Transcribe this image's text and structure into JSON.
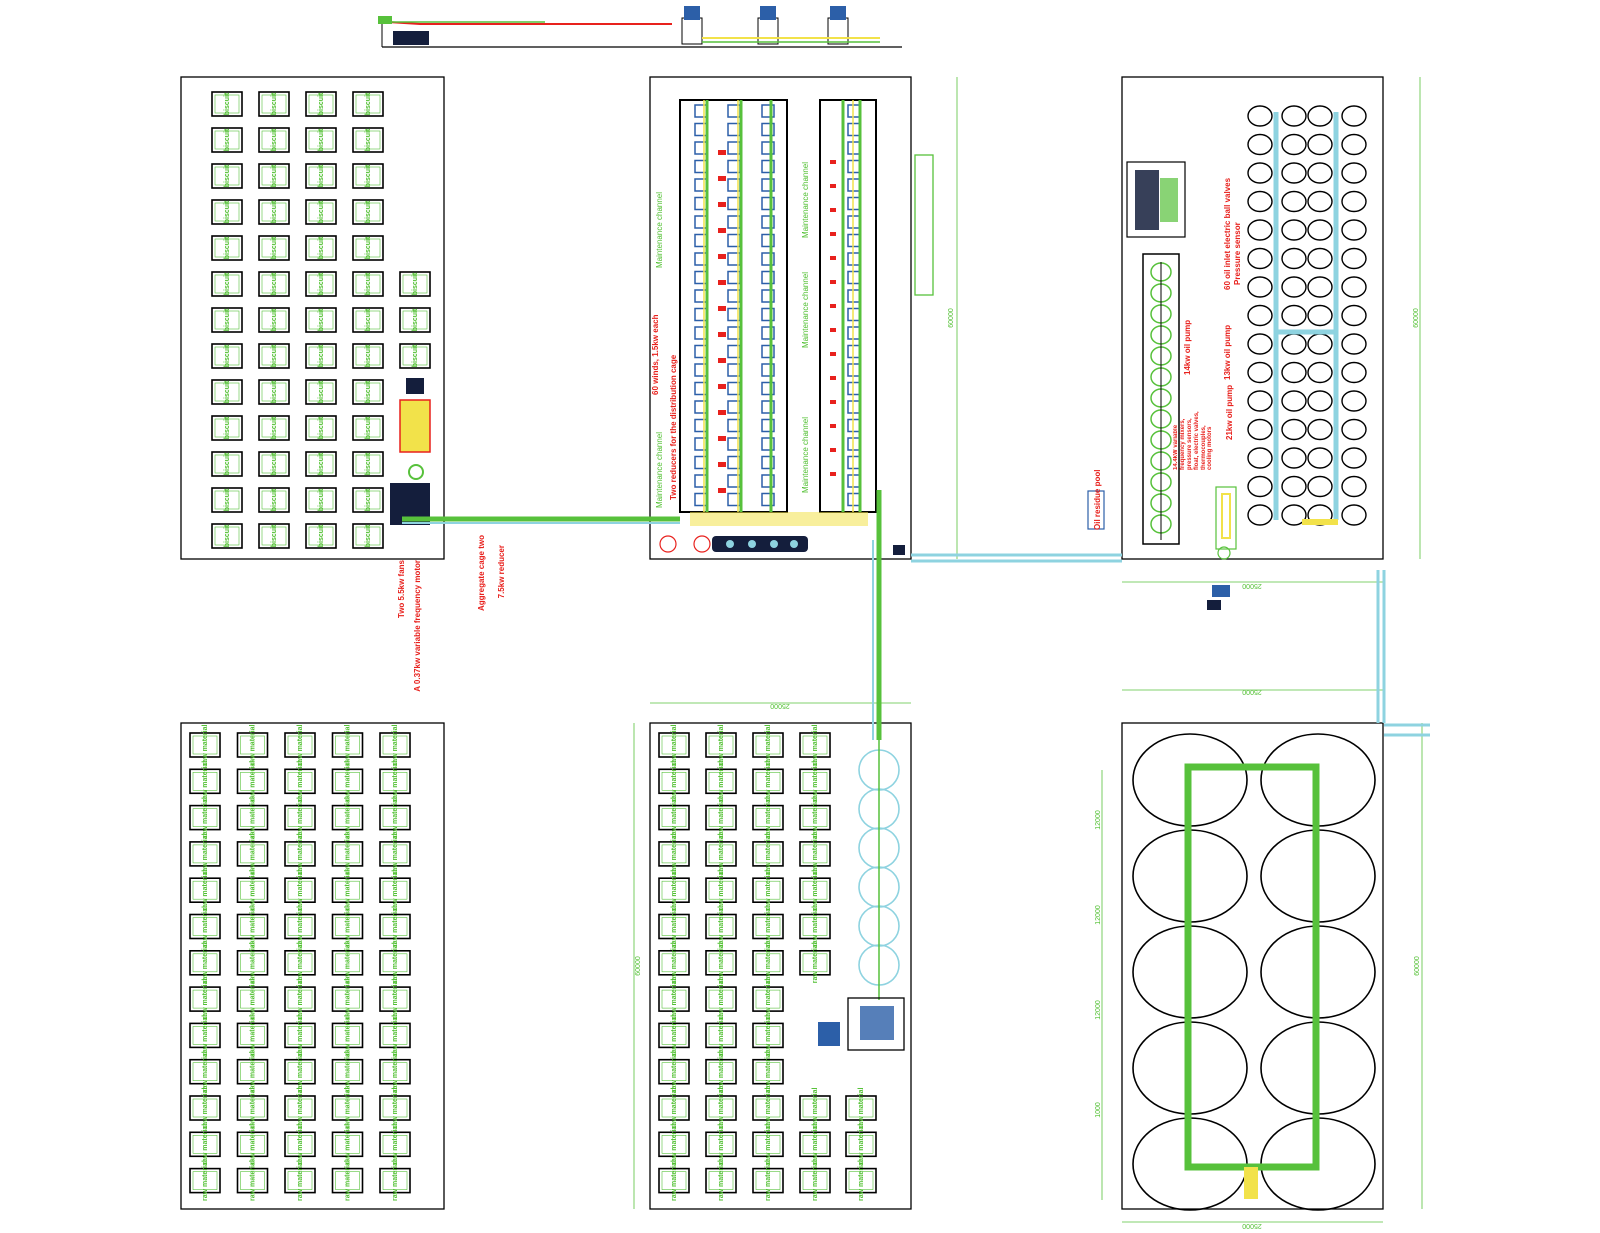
{
  "colors": {
    "outline": "#000000",
    "green": "#57c13b",
    "red": "#e8211d",
    "cyan": "#8ed3e0",
    "yellow": "#f2e24a",
    "blue": "#2c5fa8",
    "dark": "#141e3c"
  },
  "icons": {
    "cell": "rect-with-label",
    "tank": "ellipse",
    "fan": "fan-motor-symbol",
    "pump": "pump-symbol"
  },
  "top_left": {
    "cell_label": "biscuit"
  },
  "bottom_left": {
    "cell_label": "raw material"
  },
  "bottom_middle": {
    "cell_label": "raw material",
    "dim_width": "25000",
    "dim_height": "60000"
  },
  "top_middle": {
    "label_maintenance": "Maintenance channel",
    "label_reducers": "Two reducers for the distribution cage",
    "label_winds": "60 winds, 1.5kw each",
    "dim_height": "60000"
  },
  "notes_left": {
    "fans": "Two 5.5kw fans",
    "freq_motor": "A 0.37kw variable frequency motor",
    "aggregate": "Aggregate cage two",
    "reducer": "7.5kw reducer"
  },
  "top_right": {
    "oil_pool": "Oil residue pool",
    "inlet_valves": "60 oil inlet electric ball valves",
    "pressure_sensor": "Pressure sensor",
    "oil_pump_14": "14kw oil pump",
    "oil_pump_13": "13kw oil pump",
    "oil_pump_21": "21kw oil pump",
    "vfd": "14.4kW variable frequency mixers, pressure sensors, float, electric valves, thermocouples, cooling motors",
    "dim_width": "25000",
    "dim_height": "60000"
  },
  "bottom_right": {
    "dim_width_top": "25000",
    "dim_width_bottom": "25000",
    "dim_height": "60000",
    "dim_12000_1": "12000",
    "dim_12000_2": "12000",
    "dim_12000_3": "12000",
    "dim_1000": "1000"
  }
}
